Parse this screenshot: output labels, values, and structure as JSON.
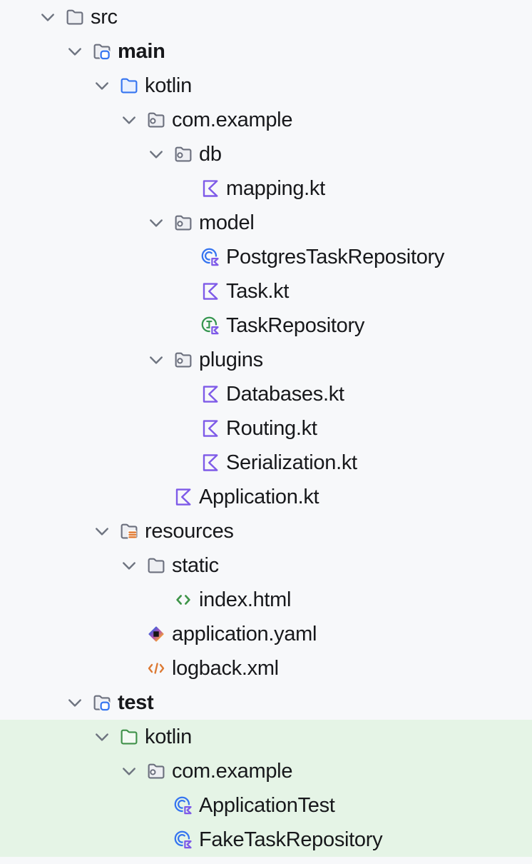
{
  "colors": {
    "background": "#F7F8FA",
    "test_highlight_background": "#E5F4E6",
    "text": "#17181B",
    "chevron": "#6E7480",
    "folder_stroke": "#6C707E",
    "folder_fill": "#EEEFF3",
    "accent_blue": "#3574F0",
    "sources_folder_fill": "#E9F0FE",
    "folder_green": "#3F9149",
    "test_folder_fill": "#F3FAF3",
    "kotlin_purple": "#7E5AE8",
    "interface_green": "#369650",
    "html_green": "#3E9448",
    "xml_orange": "#DC7A34",
    "resources_orange": "#E0782F",
    "yaml_gradient": [
      "#4B5FD6",
      "#AE4FB4",
      "#F0993C"
    ],
    "yaml_center": "#151515"
  },
  "tree": {
    "rows": [
      {
        "label": "src",
        "icon": "folder",
        "level": 0,
        "expandable": true,
        "bold": false,
        "highlighted": false
      },
      {
        "label": "main",
        "icon": "source-root-folder",
        "level": 1,
        "expandable": true,
        "bold": true,
        "highlighted": false
      },
      {
        "label": "kotlin",
        "icon": "sources-folder",
        "level": 2,
        "expandable": true,
        "bold": false,
        "highlighted": false
      },
      {
        "label": "com.example",
        "icon": "package-folder",
        "level": 3,
        "expandable": true,
        "bold": false,
        "highlighted": false
      },
      {
        "label": "db",
        "icon": "package-folder",
        "level": 4,
        "expandable": true,
        "bold": false,
        "highlighted": false
      },
      {
        "label": "mapping.kt",
        "icon": "kotlin-file",
        "level": 5,
        "expandable": false,
        "bold": false,
        "highlighted": false
      },
      {
        "label": "model",
        "icon": "package-folder",
        "level": 4,
        "expandable": true,
        "bold": false,
        "highlighted": false
      },
      {
        "label": "PostgresTaskRepository",
        "icon": "kotlin-class",
        "level": 5,
        "expandable": false,
        "bold": false,
        "highlighted": false
      },
      {
        "label": "Task.kt",
        "icon": "kotlin-file",
        "level": 5,
        "expandable": false,
        "bold": false,
        "highlighted": false
      },
      {
        "label": "TaskRepository",
        "icon": "kotlin-interface",
        "level": 5,
        "expandable": false,
        "bold": false,
        "highlighted": false
      },
      {
        "label": "plugins",
        "icon": "package-folder",
        "level": 4,
        "expandable": true,
        "bold": false,
        "highlighted": false
      },
      {
        "label": "Databases.kt",
        "icon": "kotlin-file",
        "level": 5,
        "expandable": false,
        "bold": false,
        "highlighted": false
      },
      {
        "label": "Routing.kt",
        "icon": "kotlin-file",
        "level": 5,
        "expandable": false,
        "bold": false,
        "highlighted": false
      },
      {
        "label": "Serialization.kt",
        "icon": "kotlin-file",
        "level": 5,
        "expandable": false,
        "bold": false,
        "highlighted": false
      },
      {
        "label": "Application.kt",
        "icon": "kotlin-file",
        "level": 4,
        "expandable": false,
        "bold": false,
        "highlighted": false
      },
      {
        "label": "resources",
        "icon": "resources-folder",
        "level": 2,
        "expandable": true,
        "bold": false,
        "highlighted": false
      },
      {
        "label": "static",
        "icon": "folder",
        "level": 3,
        "expandable": true,
        "bold": false,
        "highlighted": false
      },
      {
        "label": "index.html",
        "icon": "html-file",
        "level": 4,
        "expandable": false,
        "bold": false,
        "highlighted": false
      },
      {
        "label": "application.yaml",
        "icon": "yaml-file",
        "level": 3,
        "expandable": false,
        "bold": false,
        "highlighted": false
      },
      {
        "label": "logback.xml",
        "icon": "xml-file",
        "level": 3,
        "expandable": false,
        "bold": false,
        "highlighted": false
      },
      {
        "label": "test",
        "icon": "test-root-folder",
        "level": 1,
        "expandable": true,
        "bold": true,
        "highlighted": false
      },
      {
        "label": "kotlin",
        "icon": "test-sources-folder",
        "level": 2,
        "expandable": true,
        "bold": false,
        "highlighted": true
      },
      {
        "label": "com.example",
        "icon": "package-folder",
        "level": 3,
        "expandable": true,
        "bold": false,
        "highlighted": true
      },
      {
        "label": "ApplicationTest",
        "icon": "kotlin-class",
        "level": 4,
        "expandable": false,
        "bold": false,
        "highlighted": true
      },
      {
        "label": "FakeTaskRepository",
        "icon": "kotlin-class",
        "level": 4,
        "expandable": false,
        "bold": false,
        "highlighted": true
      }
    ]
  }
}
